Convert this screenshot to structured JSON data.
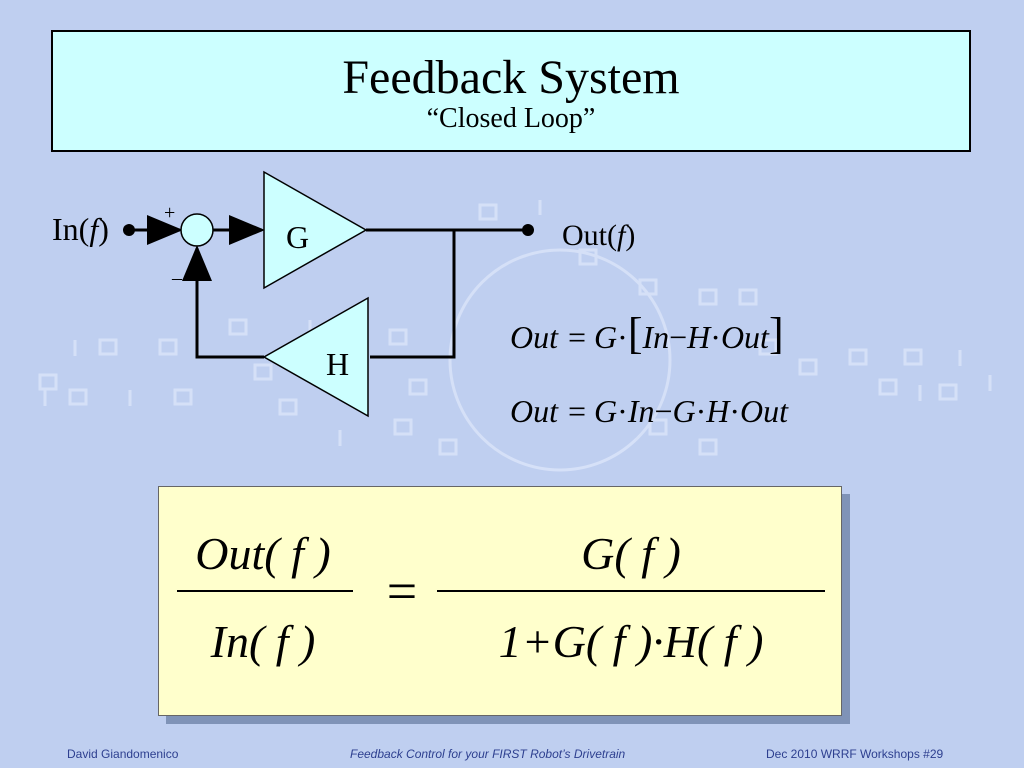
{
  "slide": {
    "title": "Feedback System",
    "subtitle": "“Closed Loop”"
  },
  "diagram": {
    "input_label_prefix": "In(",
    "input_label_var": "f",
    "input_label_suffix": ")",
    "plus_sign": "+",
    "minus_sign": "–",
    "forward_block_label": "G",
    "feedback_block_label": "H",
    "output_label_prefix": "Out(",
    "output_label_var": "f",
    "output_label_suffix": ")"
  },
  "equations": {
    "line1": {
      "lhs": "Out",
      "eq": "=",
      "g": "G",
      "dot1": "·",
      "lbracket": "[",
      "in": "In",
      "minus": "−",
      "h": "H",
      "dot2": "·",
      "out": "Out",
      "rbracket": "]"
    },
    "line2": {
      "lhs": "Out",
      "eq": "=",
      "g1": "G",
      "dot1": "·",
      "in": "In",
      "minus": "−",
      "g2": "G",
      "dot2": "·",
      "h": "H",
      "dot3": "·",
      "out": "Out"
    }
  },
  "transfer_function": {
    "lhs_num": "Out( f )",
    "lhs_den": "In( f )",
    "eq": "=",
    "rhs_num": "G( f )",
    "rhs_den": "1+G( f )·H( f )"
  },
  "footer": {
    "author": "David  Giandomenico",
    "title": "Feedback Control for your FIRST Robot’s Drivetrain",
    "event": "Dec 2010 WRRF Workshops  #29"
  },
  "colors": {
    "background": "#bfcff0",
    "title_box": "#ccffff",
    "block_fill": "#ccffff",
    "summing_fill": "#ccffff",
    "result_box": "#ffffcc",
    "footer_text": "#2d3f8f"
  }
}
